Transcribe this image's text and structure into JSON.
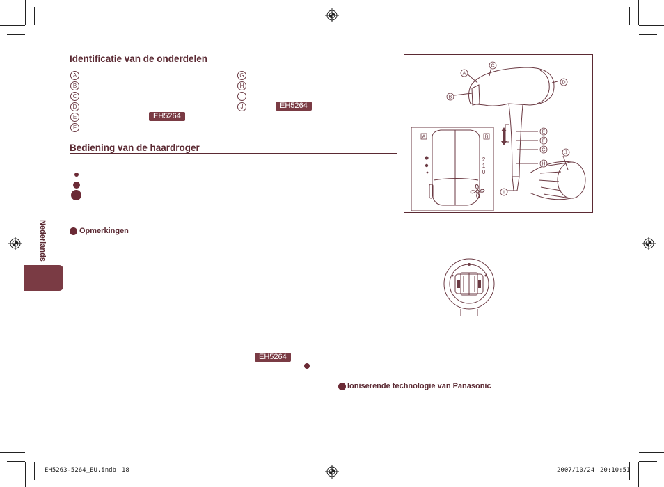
{
  "section1": {
    "title": "Identificatie van de onderdelen",
    "letters_left": [
      "A",
      "B",
      "C",
      "D",
      "E",
      "F"
    ],
    "letters_right": [
      "G",
      "H",
      "I",
      "J"
    ],
    "badge_e": "EH5264",
    "badge_j": "EH5264"
  },
  "section2": {
    "title": "Bediening van de haardroger"
  },
  "side_tab": {
    "label": "Nederlands"
  },
  "notes": {
    "label": "Opmerkingen"
  },
  "badge_bottom": "EH5264",
  "ion_section": {
    "label": "Ioniserende technologie van Panasonic"
  },
  "figure": {
    "callouts": [
      "A",
      "B",
      "C",
      "D",
      "E",
      "F",
      "G",
      "H",
      "I",
      "J"
    ],
    "switch_a": "A",
    "switch_b": "B",
    "scale": [
      "2",
      "1",
      "0"
    ]
  },
  "footer": {
    "file": "EH5263-5264_EU.indb",
    "page": "18",
    "date": "2007/10/24",
    "time": "20:10:51"
  },
  "colors": {
    "accent": "#7a3b44",
    "text": "#5b2a33"
  }
}
